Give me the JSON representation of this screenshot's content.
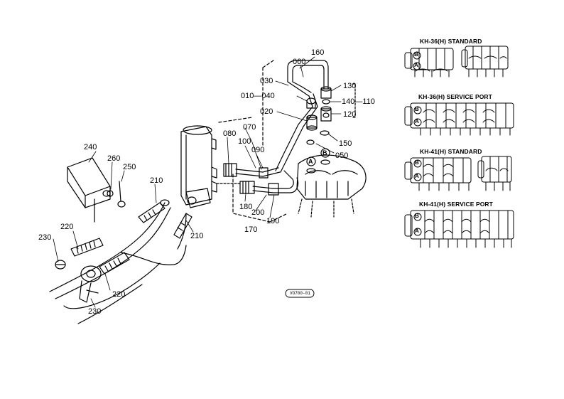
{
  "parts": {
    "p160": "160",
    "p060": "060",
    "p030": "030",
    "p130": "130",
    "p010_040": "010—040",
    "p140_110": "140—110",
    "p020": "020",
    "p120": "120",
    "p070": "070",
    "p080": "080",
    "p100": "100",
    "p090": "090",
    "p150": "150",
    "p050": "050",
    "p240": "240",
    "p260": "260",
    "p250": "250",
    "p210a": "210",
    "p210b": "210",
    "p180": "180",
    "p200": "200",
    "p190": "190",
    "p170": "170",
    "p220a": "220",
    "p220b": "220",
    "p230a": "230",
    "p230b": "230"
  },
  "port_letters": {
    "a": "A",
    "b": "B"
  },
  "drawing_code": "VO700-01",
  "variants": [
    {
      "title": "KH-36(H) STANDARD"
    },
    {
      "title": "KH-36(H) SERVICE PORT"
    },
    {
      "title": "KH-41(H) STANDARD"
    },
    {
      "title": "KH-41(H) SERVICE PORT"
    }
  ]
}
